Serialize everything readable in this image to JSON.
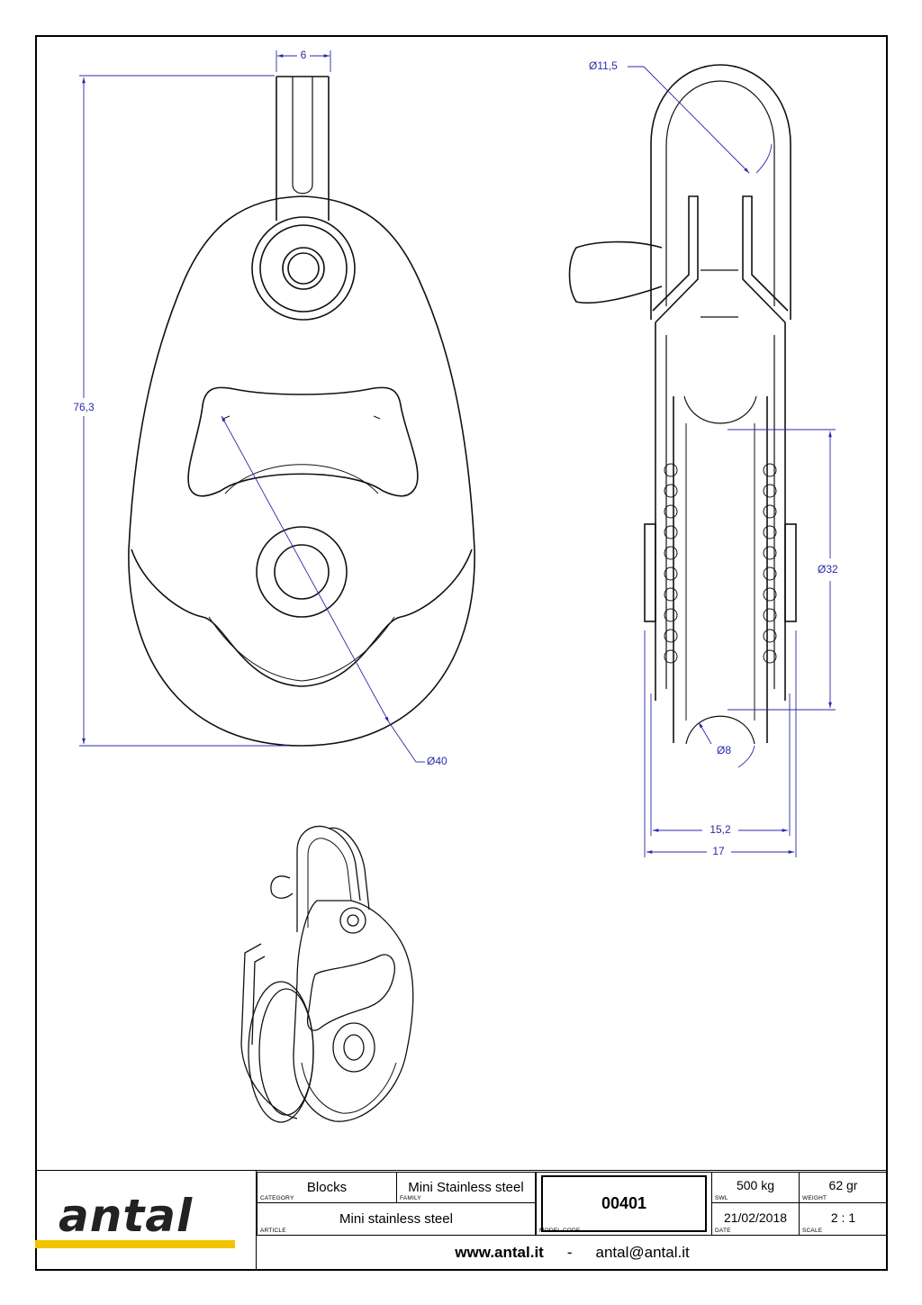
{
  "dimensions": {
    "slot_width": "6",
    "height": "76,3",
    "shackle_diameter": "Ø11,5",
    "sheave_diameter": "Ø40",
    "inner_diameter": "Ø32",
    "rope_diameter": "Ø8",
    "inner_width": "15,2",
    "outer_width": "17"
  },
  "title_block": {
    "category_value": "Blocks",
    "category_caption": "CATEGORY",
    "family_value": "Mini Stainless steel",
    "family_caption": "FAMILY",
    "article_value": "Mini stainless steel",
    "article_caption": "ARTICLE",
    "model_code_value": "00401",
    "model_code_caption": "MODEL CODE",
    "swl_value": "500 kg",
    "swl_caption": "SWL",
    "weight_value": "62 gr",
    "weight_caption": "WEIGHT",
    "date_value": "21/02/2018",
    "date_caption": "DATE",
    "scale_value": "2 : 1",
    "scale_caption": "SCALE",
    "website": "www.antal.it",
    "separator": "-",
    "email": "antal@antal.it"
  },
  "brand": {
    "logo_text": "antal",
    "accent_color": "#f2c300",
    "dimension_color": "#2a2aa8"
  }
}
